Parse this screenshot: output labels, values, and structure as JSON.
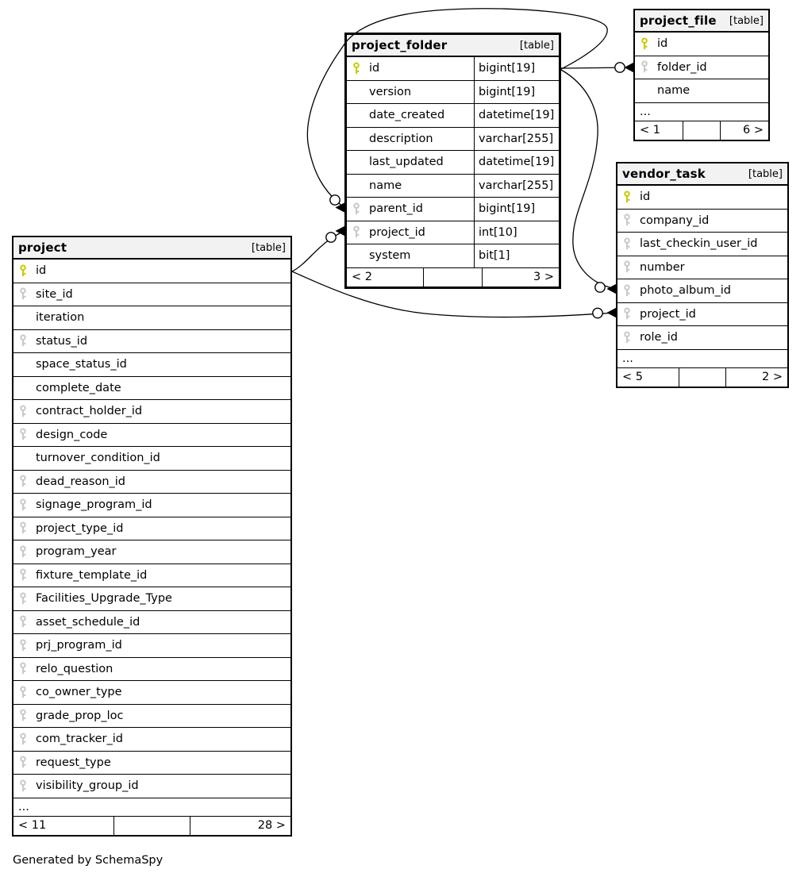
{
  "footer_note": "Generated by SchemaSpy",
  "colors": {
    "primary_key": "#c9cb00",
    "foreign_key": "#c9c9c9",
    "header_bg": "#f2f2f2",
    "border": "#000000",
    "edge": "#000000"
  },
  "tables": [
    {
      "id": "project",
      "title": "project",
      "type_label": "[table]",
      "emphasized": false,
      "show_types": false,
      "columns": [
        {
          "name": "id",
          "key": "pk"
        },
        {
          "name": "site_id",
          "key": "fk"
        },
        {
          "name": "iteration",
          "key": ""
        },
        {
          "name": "status_id",
          "key": "fk"
        },
        {
          "name": "space_status_id",
          "key": ""
        },
        {
          "name": "complete_date",
          "key": ""
        },
        {
          "name": "contract_holder_id",
          "key": "fk"
        },
        {
          "name": "design_code",
          "key": "fk"
        },
        {
          "name": "turnover_condition_id",
          "key": ""
        },
        {
          "name": "dead_reason_id",
          "key": "fk"
        },
        {
          "name": "signage_program_id",
          "key": "fk"
        },
        {
          "name": "project_type_id",
          "key": "fk"
        },
        {
          "name": "program_year",
          "key": "fk"
        },
        {
          "name": "fixture_template_id",
          "key": "fk"
        },
        {
          "name": "Facilities_Upgrade_Type",
          "key": "fk"
        },
        {
          "name": "asset_schedule_id",
          "key": "fk"
        },
        {
          "name": "prj_program_id",
          "key": "fk"
        },
        {
          "name": "relo_question",
          "key": "fk"
        },
        {
          "name": "co_owner_type",
          "key": "fk"
        },
        {
          "name": "grade_prop_loc",
          "key": "fk"
        },
        {
          "name": "com_tracker_id",
          "key": "fk"
        },
        {
          "name": "request_type",
          "key": "fk"
        },
        {
          "name": "visibility_group_id",
          "key": "fk"
        }
      ],
      "ellipsis": "...",
      "footer": {
        "left": "< 11",
        "middle": "",
        "right": "28 >"
      }
    },
    {
      "id": "project_folder",
      "title": "project_folder",
      "type_label": "[table]",
      "emphasized": true,
      "show_types": true,
      "columns": [
        {
          "name": "id",
          "type": "bigint[19]",
          "key": "pk"
        },
        {
          "name": "version",
          "type": "bigint[19]",
          "key": ""
        },
        {
          "name": "date_created",
          "type": "datetime[19]",
          "key": ""
        },
        {
          "name": "description",
          "type": "varchar[255]",
          "key": ""
        },
        {
          "name": "last_updated",
          "type": "datetime[19]",
          "key": ""
        },
        {
          "name": "name",
          "type": "varchar[255]",
          "key": ""
        },
        {
          "name": "parent_id",
          "type": "bigint[19]",
          "key": "fk"
        },
        {
          "name": "project_id",
          "type": "int[10]",
          "key": "fk"
        },
        {
          "name": "system",
          "type": "bit[1]",
          "key": ""
        }
      ],
      "ellipsis": null,
      "footer": {
        "left": "< 2",
        "middle": "",
        "right": "3 >"
      }
    },
    {
      "id": "project_file",
      "title": "project_file",
      "type_label": "[table]",
      "emphasized": false,
      "show_types": false,
      "columns": [
        {
          "name": "id",
          "key": "pk"
        },
        {
          "name": "folder_id",
          "key": "fk"
        },
        {
          "name": "name",
          "key": ""
        }
      ],
      "ellipsis": "...",
      "footer": {
        "left": "< 1",
        "middle": "",
        "right": "6 >"
      }
    },
    {
      "id": "vendor_task",
      "title": "vendor_task",
      "type_label": "[table]",
      "emphasized": false,
      "show_types": false,
      "columns": [
        {
          "name": "id",
          "key": "pk"
        },
        {
          "name": "company_id",
          "key": "fk"
        },
        {
          "name": "last_checkin_user_id",
          "key": "fk"
        },
        {
          "name": "number",
          "key": "fk"
        },
        {
          "name": "photo_album_id",
          "key": "fk"
        },
        {
          "name": "project_id",
          "key": "fk"
        },
        {
          "name": "role_id",
          "key": "fk"
        }
      ],
      "ellipsis": "...",
      "footer": {
        "left": "< 5",
        "middle": "",
        "right": "2 >"
      }
    }
  ],
  "relationships": [
    {
      "from": "project_folder.id",
      "to": "project_folder.parent_id"
    },
    {
      "from": "project_folder.id",
      "to": "project_file.folder_id"
    },
    {
      "from": "project_folder.id",
      "to": "vendor_task.photo_album_id"
    },
    {
      "from": "project.id",
      "to": "project_folder.project_id"
    },
    {
      "from": "project.id",
      "to": "vendor_task.project_id"
    }
  ]
}
